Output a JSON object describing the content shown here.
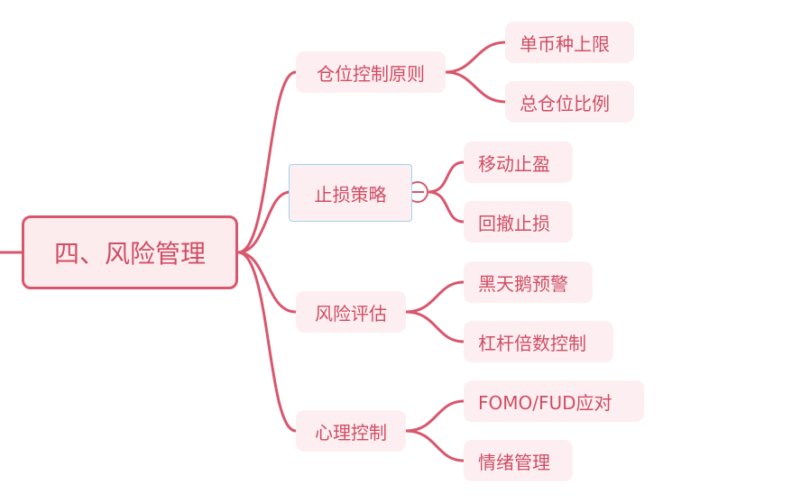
{
  "mindmap": {
    "root": {
      "label": "四、风险管理"
    },
    "branches": [
      {
        "label": "仓位控制原则",
        "children": [
          "单币种上限",
          "总仓位比例"
        ]
      },
      {
        "label": "止损策略",
        "children": [
          "移动止盈",
          "回撤止损"
        ],
        "selected": true,
        "collapse_toggle": "minus-circle-icon"
      },
      {
        "label": "风险评估",
        "children": [
          "黑天鹅预警",
          "杠杆倍数控制"
        ]
      },
      {
        "label": "心理控制",
        "children": [
          "FOMO/FUD应对",
          "情绪管理"
        ]
      }
    ]
  },
  "colors": {
    "connector": "#d9576d",
    "node_fill": "#fdeff1",
    "root_fill": "#fdecee",
    "text": "#cf4d64",
    "selection_border": "#9fd3ec"
  }
}
